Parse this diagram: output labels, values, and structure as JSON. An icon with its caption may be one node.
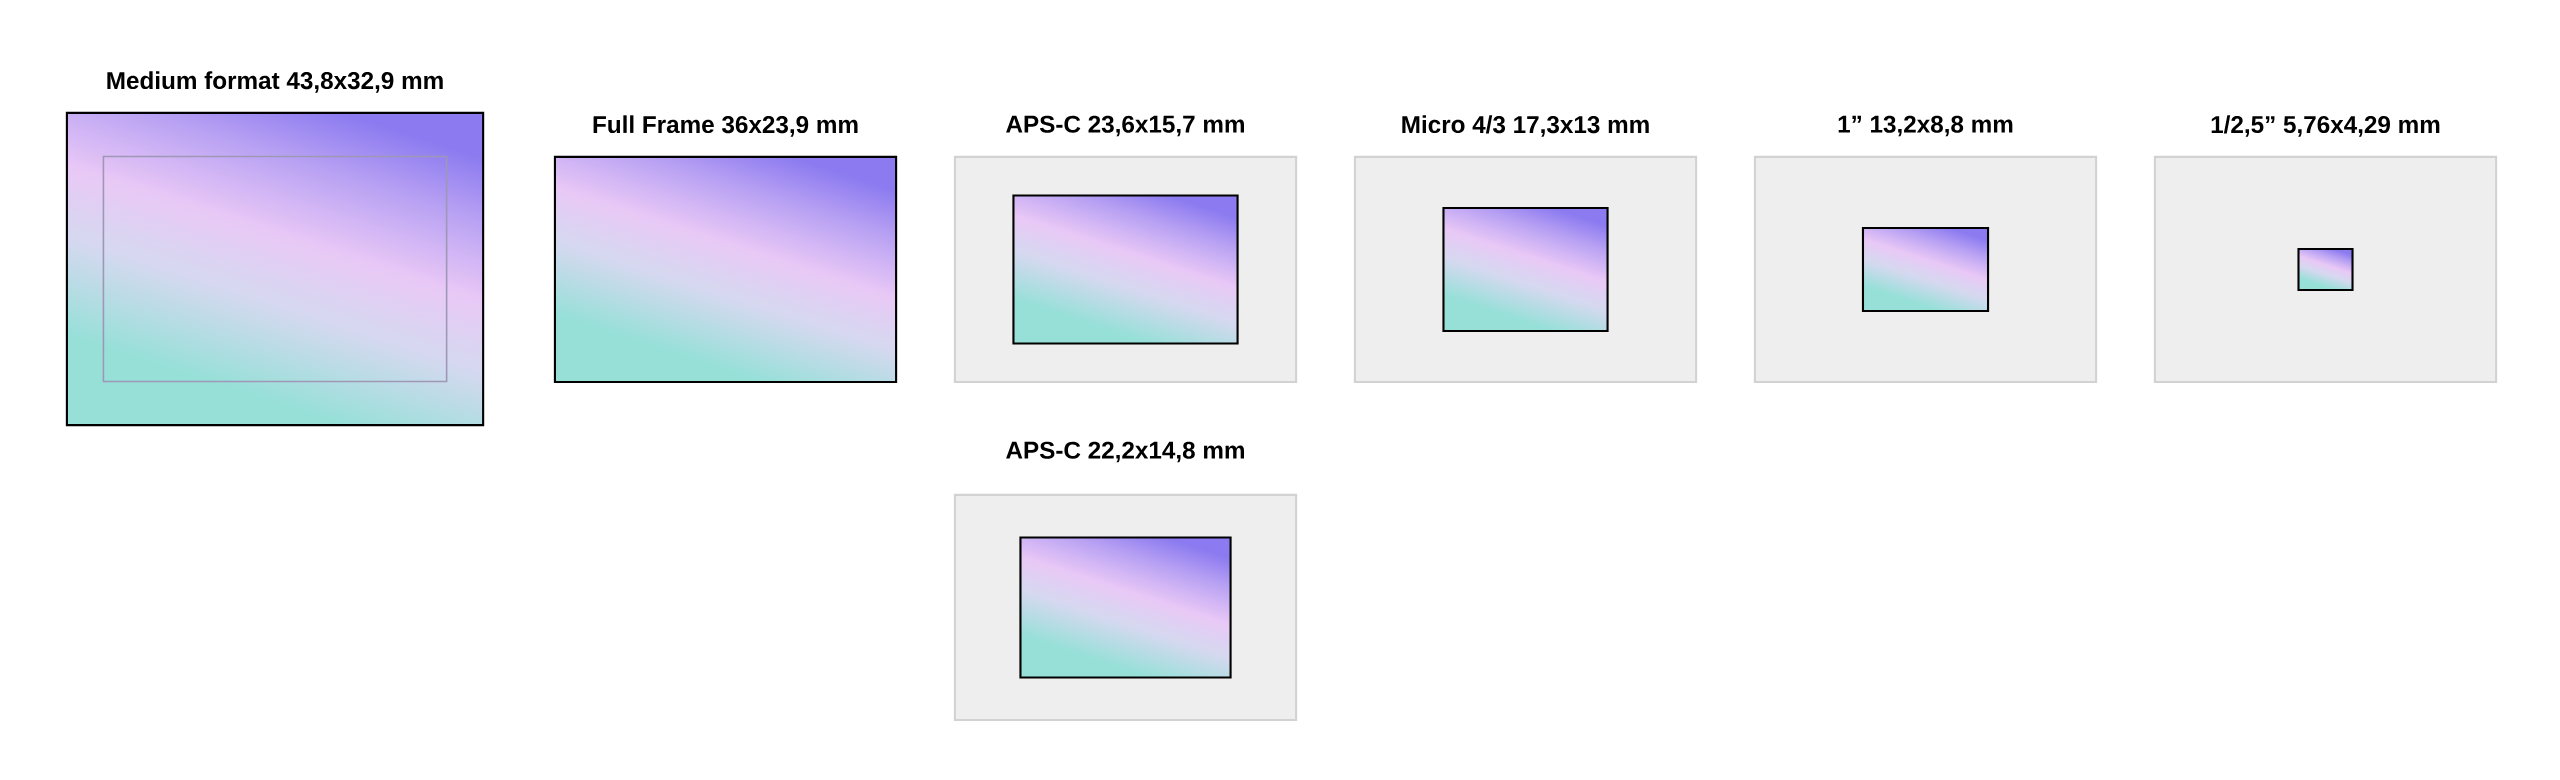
{
  "diagram": {
    "nodes": [
      {
        "text": [
          "Medium format 43,8x32,9 mm"
        ]
      },
      {
        "text": [],
        "shape": "box",
        "in": 0
      },
      {
        "text": [
          "Full Frame 36x23,9 mm"
        ]
      },
      {
        "text": [
          "APS-C 23,6x15,7 mm"
        ]
      },
      {
        "text": [],
        "shape": "box",
        "in": 3
      },
      {
        "text": [
          "Micro 4/3 17,3x13 mm"
        ]
      },
      {
        "text": [],
        "shape": "box",
        "in": 5
      },
      {
        "text": [
          "1” 13,2x8,8 mm"
        ]
      },
      {
        "text": [],
        "shape": "box",
        "in": 7
      },
      {
        "text": [
          "1/2,5” 5,76x4,29 mm"
        ]
      },
      {
        "text": [],
        "shape": "box",
        "in": 9
      },
      {
        "text": [
          "APS-C 22,2x14,8 mm"
        ]
      },
      {
        "text": [],
        "shape": "box",
        "in": 11
      }
    ]
  }
}
